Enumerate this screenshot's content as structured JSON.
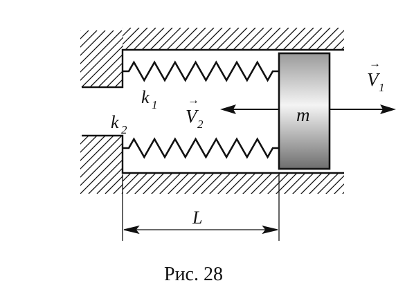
{
  "figure": {
    "caption": "Рис. 28",
    "labels": {
      "mass": "m",
      "length": "L",
      "spring1_letter": "k",
      "spring1_index": "1",
      "spring2_letter": "k",
      "spring2_index": "2",
      "v1_letter": "V",
      "v1_index": "1",
      "v2_letter": "V",
      "v2_index": "2",
      "vector_arrow": "→"
    },
    "colors": {
      "stroke": "#111111",
      "block_light": "#f4f4f4",
      "block_dark": "#6e6e6e"
    }
  }
}
